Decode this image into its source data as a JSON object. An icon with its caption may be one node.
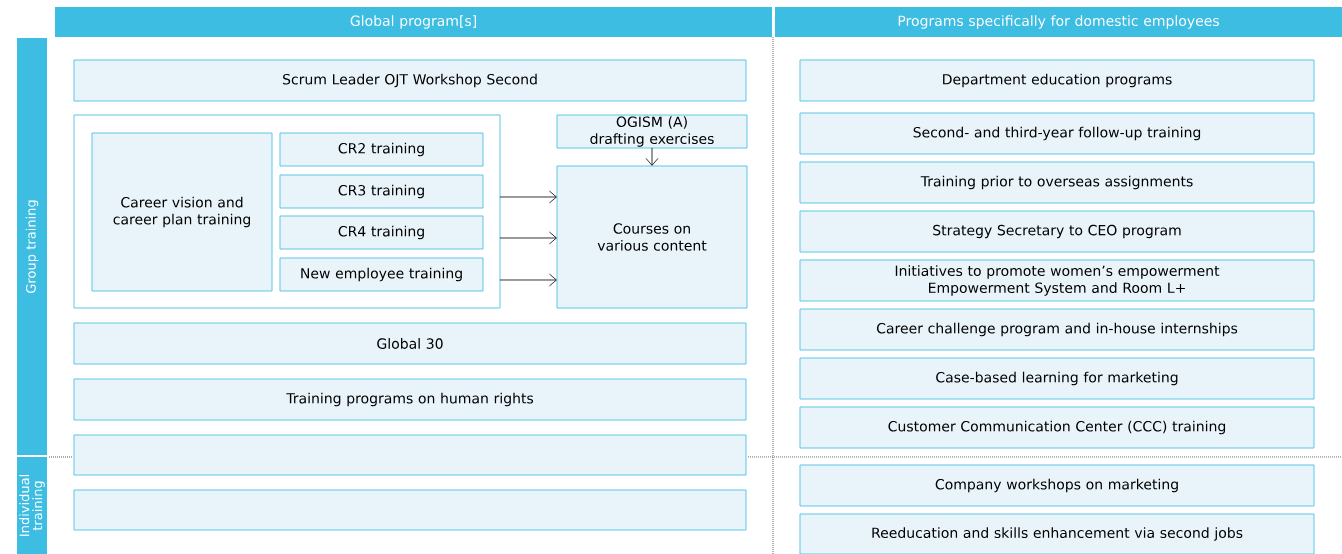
{
  "diagram": {
    "nodes": [
      {
        "text": [
          "Global program[s]"
        ]
      },
      {
        "text": [
          "Programs specifically for domestic employees"
        ]
      },
      {
        "text": [
          "Group training"
        ]
      },
      {
        "text": [
          "Individual training"
        ]
      },
      {
        "text": [
          "Scrum Leader OJT Workshop Second"
        ]
      },
      {
        "text": [],
        "shape": "box"
      },
      {
        "text": [
          "Career vision and career plan training"
        ],
        "in": 5
      },
      {
        "text": [
          "CR2 training"
        ],
        "in": 5
      },
      {
        "text": [
          "CR3 training"
        ],
        "in": 5
      },
      {
        "text": [
          "CR4 training"
        ],
        "in": 5
      },
      {
        "text": [
          "New employee training"
        ],
        "in": 5
      },
      {
        "text": [
          "OGISM (A) drafting exercises"
        ]
      },
      {
        "text": [
          "Courses on various content"
        ]
      },
      {
        "text": [
          "Global 30"
        ]
      },
      {
        "text": [
          "Training programs on human rights"
        ]
      },
      {
        "text": [],
        "shape": "box"
      },
      {
        "text": [],
        "shape": "box"
      },
      {
        "text": [
          "Department education programs"
        ]
      },
      {
        "text": [
          "Second- and third-year follow-up training"
        ]
      },
      {
        "text": [
          "Training prior to overseas assignments"
        ]
      },
      {
        "text": [
          "Strategy Secretary to CEO program"
        ]
      },
      {
        "text": [
          "Initiatives to promote women’s empowerment Empowerment System and Room L+"
        ]
      },
      {
        "text": [
          "Career challenge program and in-house internships"
        ]
      },
      {
        "text": [
          "Case-based learning for marketing"
        ]
      },
      {
        "text": [
          "Customer Communication Center (CCC) training"
        ]
      },
      {
        "text": [
          "Company workshops on marketing"
        ]
      },
      {
        "text": [
          "Reeducation and skills enhancement via second jobs"
        ]
      }
    ],
    "edges": [
      {
        "from": 5,
        "to": 12,
        "arrow": "to"
      },
      {
        "from": 5,
        "to": 12,
        "arrow": "to"
      },
      {
        "from": 5,
        "to": 12,
        "arrow": "to"
      },
      {
        "from": 11,
        "to": 12,
        "arrow": "to"
      }
    ]
  }
}
